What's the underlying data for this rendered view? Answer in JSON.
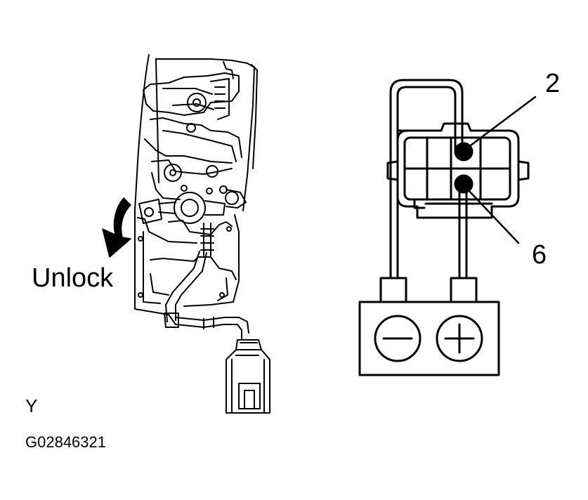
{
  "labels": {
    "unlock": "Unlock",
    "terminal_2": "2",
    "terminal_6": "6",
    "view": "Y",
    "figure_code": "G02846321"
  },
  "battery": {
    "negative_symbol": "minus",
    "positive_symbol": "plus"
  },
  "colors": {
    "line": "#000000",
    "background": "#ffffff"
  }
}
